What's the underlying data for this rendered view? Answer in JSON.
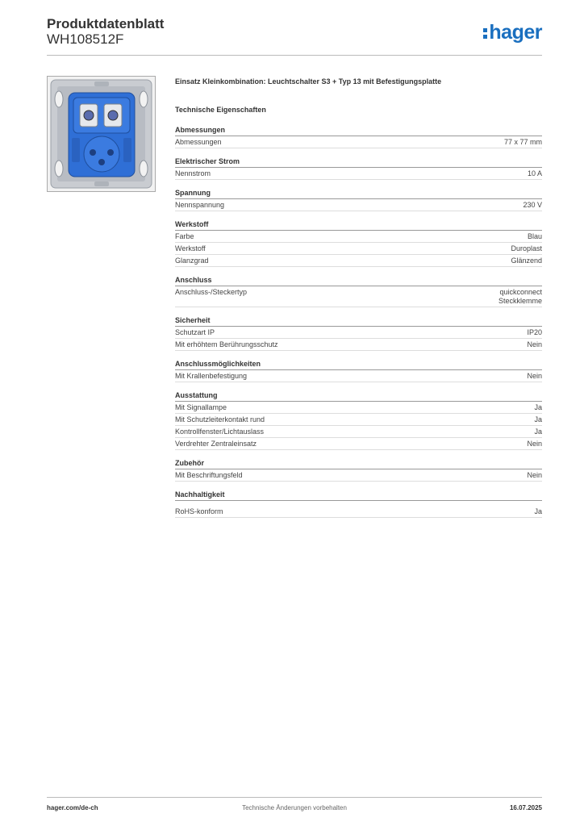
{
  "header": {
    "title": "Produktdatenblatt",
    "subtitle": "WH108512F",
    "logo": "hager"
  },
  "product": {
    "name": "Einsatz Kleinkombination: Leuchtschalter S3 + Typ 13 mit Befestigungsplatte",
    "section_title": "Technische Eigenschaften"
  },
  "groups": [
    {
      "title": "Abmessungen",
      "rows": [
        {
          "label": "Abmessungen",
          "value": "77 x 77 mm"
        }
      ]
    },
    {
      "title": "Elektrischer Strom",
      "rows": [
        {
          "label": "Nennstrom",
          "value": "10 A"
        }
      ]
    },
    {
      "title": "Spannung",
      "rows": [
        {
          "label": "Nennspannung",
          "value": "230 V"
        }
      ]
    },
    {
      "title": "Werkstoff",
      "rows": [
        {
          "label": "Farbe",
          "value": "Blau"
        },
        {
          "label": "Werkstoff",
          "value": "Duroplast"
        },
        {
          "label": "Glanzgrad",
          "value": "Glänzend"
        }
      ]
    },
    {
      "title": "Anschluss",
      "rows": [
        {
          "label": "Anschluss-/Steckertyp",
          "value": "quickconnect\nSteckklemme"
        }
      ]
    },
    {
      "title": "Sicherheit",
      "rows": [
        {
          "label": "Schutzart IP",
          "value": "IP20"
        },
        {
          "label": "Mit erhöhtem Berührungsschutz",
          "value": "Nein"
        }
      ]
    },
    {
      "title": "Anschlussmöglichkeiten",
      "rows": [
        {
          "label": "Mit Krallenbefestigung",
          "value": "Nein"
        }
      ]
    },
    {
      "title": "Ausstattung",
      "rows": [
        {
          "label": "Mit Signallampe",
          "value": "Ja"
        },
        {
          "label": "Mit Schutzleiterkontakt rund",
          "value": "Ja"
        },
        {
          "label": "Kontrollfenster/Lichtauslass",
          "value": "Ja"
        },
        {
          "label": "Verdrehter Zentraleinsatz",
          "value": "Nein"
        }
      ]
    },
    {
      "title": "Zubehör",
      "rows": [
        {
          "label": "Mit Beschriftungsfeld",
          "value": "Nein"
        }
      ]
    },
    {
      "title": "Nachhaltigkeit",
      "rows": [
        {
          "label": "RoHS-konform",
          "value": "Ja"
        }
      ]
    }
  ],
  "footer": {
    "website": "hager.com/de-ch",
    "note": "Technische Änderungen vorbehalten",
    "date": "16.07.2025"
  },
  "colors": {
    "brand": "#1a6fbf",
    "product_blue": "#2f6fd6",
    "plate_grey": "#c9ccd1"
  }
}
